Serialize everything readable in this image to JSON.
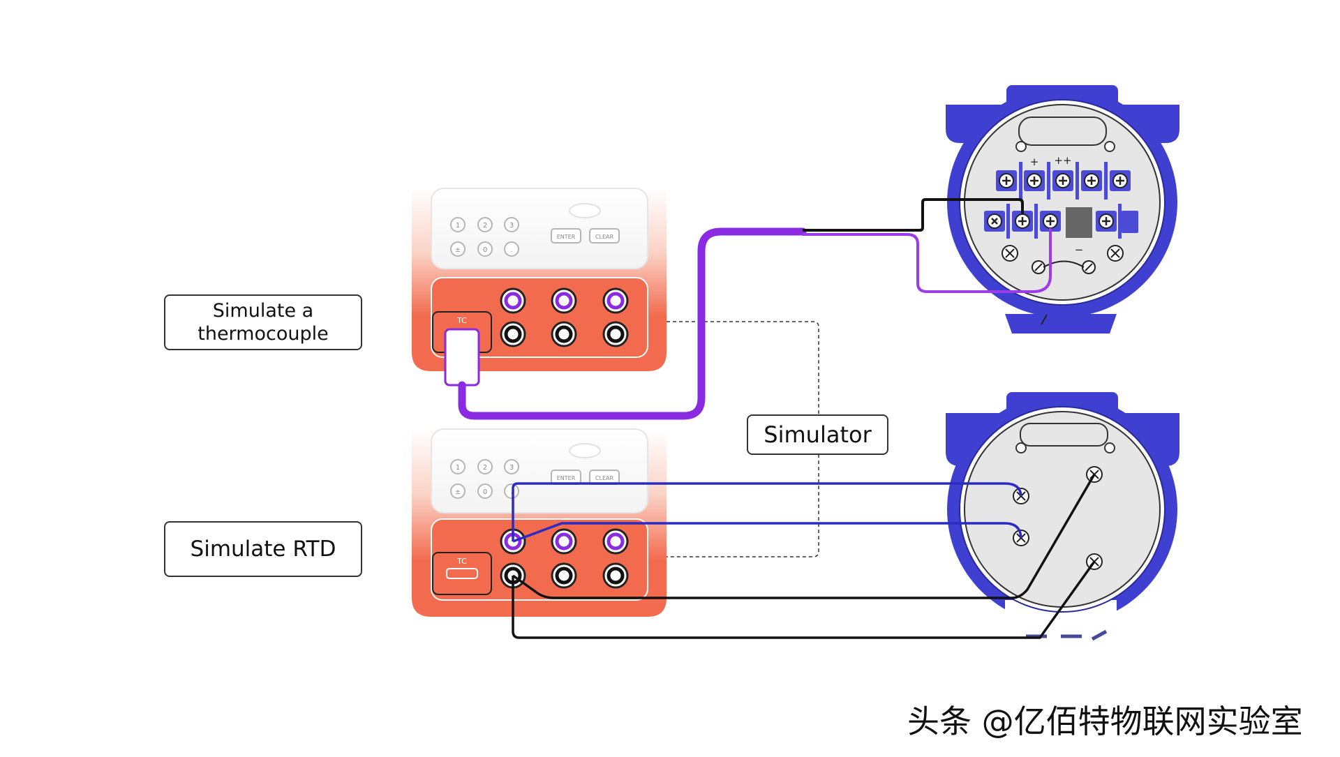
{
  "labels": {
    "thermocouple_line1": "Simulate a",
    "thermocouple_line2": "thermocouple",
    "rtd": "Simulate RTD",
    "simulator": "Simulator"
  },
  "calibrator": {
    "keypad_row": [
      "1",
      "2",
      "3"
    ],
    "keypad_bottom": [
      "±",
      "0",
      "."
    ],
    "enter_label": "ENTER",
    "clear_label": "CLEAR",
    "tc_port_label": "TC"
  },
  "transmitter_top": {
    "terminal_marks": [
      "+",
      "++"
    ],
    "minus_mark": "−"
  },
  "watermark": "头条 @亿佰特物联网实验室",
  "colors": {
    "calibrator_body": "#f26b4f",
    "housing_blue": "#3f3fd1",
    "wire_purple": "#8a2be2",
    "wire_blue": "#2b2bc4",
    "wire_black": "#111111",
    "terminal_block": "#4b4bd6"
  }
}
